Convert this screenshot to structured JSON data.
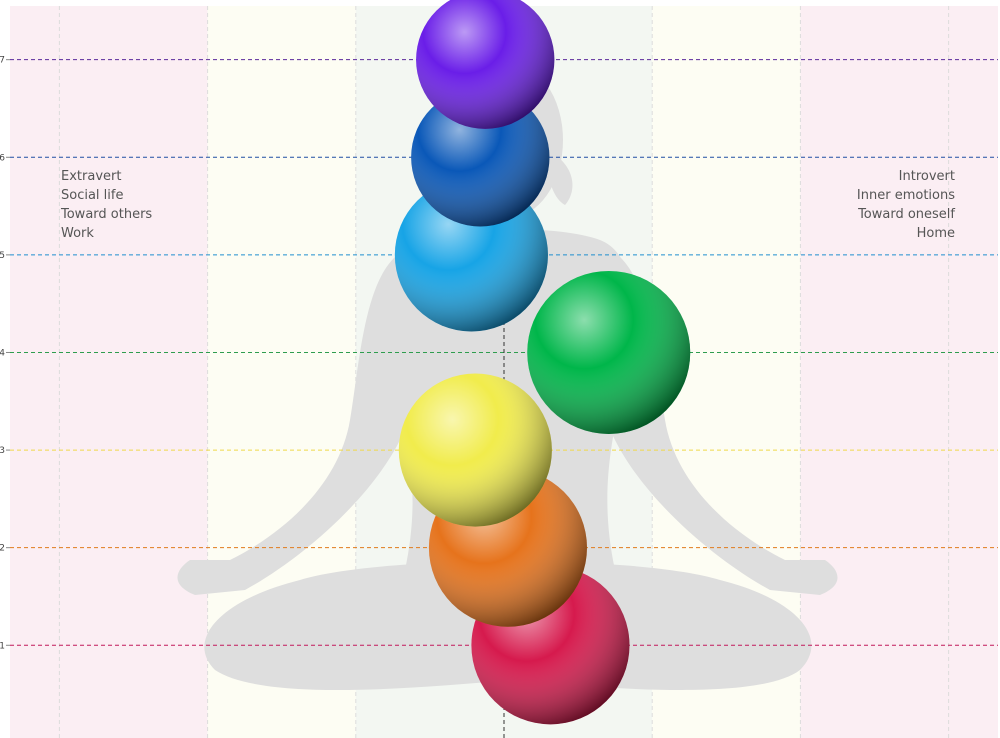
{
  "chart_data": {
    "type": "scatter",
    "title": "",
    "xlabel": "",
    "ylabel": "",
    "ylim": [
      0.05,
      7.55
    ],
    "xlim": [
      -5,
      5
    ],
    "y_ticks": [
      "1",
      "2",
      "3",
      "4",
      "5",
      "6",
      "7"
    ],
    "background_bands": [
      {
        "from": -5,
        "to": -3,
        "color": "#fbeef3"
      },
      {
        "from": -3,
        "to": -1.5,
        "color": "#fdfdf3"
      },
      {
        "from": -1.5,
        "to": 1.5,
        "color": "#f3f7f2"
      },
      {
        "from": 1.5,
        "to": 3,
        "color": "#fdfdf3"
      },
      {
        "from": 3,
        "to": 5,
        "color": "#fbeef3"
      }
    ],
    "center_line_x": 0,
    "grid": true,
    "points": [
      {
        "x": 0.47,
        "y": 1,
        "size": 1.6,
        "color": "#d61a4d"
      },
      {
        "x": 0.04,
        "y": 2,
        "size": 1.6,
        "color": "#e6731c"
      },
      {
        "x": -0.29,
        "y": 3,
        "size": 1.55,
        "color": "#f1ec4c"
      },
      {
        "x": 1.06,
        "y": 4,
        "size": 1.65,
        "color": "#00b64a"
      },
      {
        "x": -0.33,
        "y": 5,
        "size": 1.55,
        "color": "#17a4e6"
      },
      {
        "x": -0.24,
        "y": 6,
        "size": 1.4,
        "color": "#0a58b8"
      },
      {
        "x": -0.19,
        "y": 7,
        "size": 1.4,
        "color": "#6a1ee8"
      }
    ],
    "level_lines": [
      {
        "y": 1,
        "color": "#c2185b"
      },
      {
        "y": 2,
        "color": "#e07b1c"
      },
      {
        "y": 3,
        "color": "#f0d84a"
      },
      {
        "y": 4,
        "color": "#2e9d4e"
      },
      {
        "y": 5,
        "color": "#1f8fcf"
      },
      {
        "y": 6,
        "color": "#1f4fa3"
      },
      {
        "y": 7,
        "color": "#5b2a9c"
      }
    ]
  },
  "annotations": {
    "left": [
      "Extravert",
      "Social life",
      "Toward others",
      "Work"
    ],
    "right": [
      "Introvert",
      "Inner emotions",
      "Toward oneself",
      "Home"
    ]
  },
  "colors": {
    "silhouette": "#dedede",
    "tick_text": "#444444"
  }
}
